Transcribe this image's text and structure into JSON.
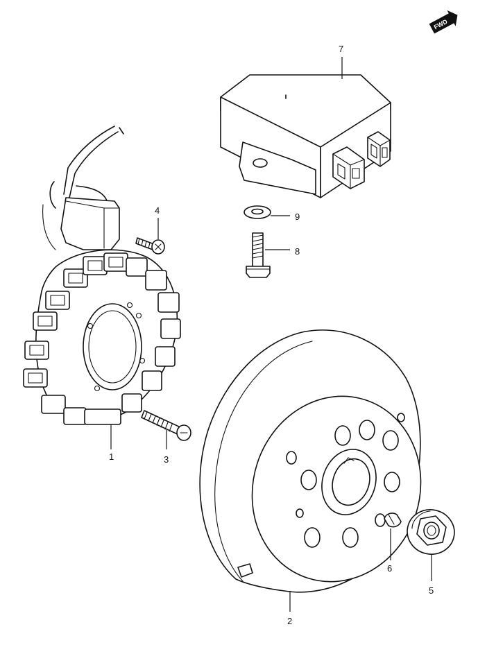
{
  "direction_badge": {
    "label": "FWD"
  },
  "callouts": [
    {
      "id": "stator",
      "number": "1"
    },
    {
      "id": "rotor",
      "number": "2"
    },
    {
      "id": "stator-screw",
      "number": "3"
    },
    {
      "id": "lead-clamp-screw",
      "number": "4"
    },
    {
      "id": "rotor-nut",
      "number": "5"
    },
    {
      "id": "woodruff-key",
      "number": "6"
    },
    {
      "id": "cdi-unit",
      "number": "7"
    },
    {
      "id": "cdi-bolt",
      "number": "8"
    },
    {
      "id": "cdi-washer",
      "number": "9"
    }
  ]
}
